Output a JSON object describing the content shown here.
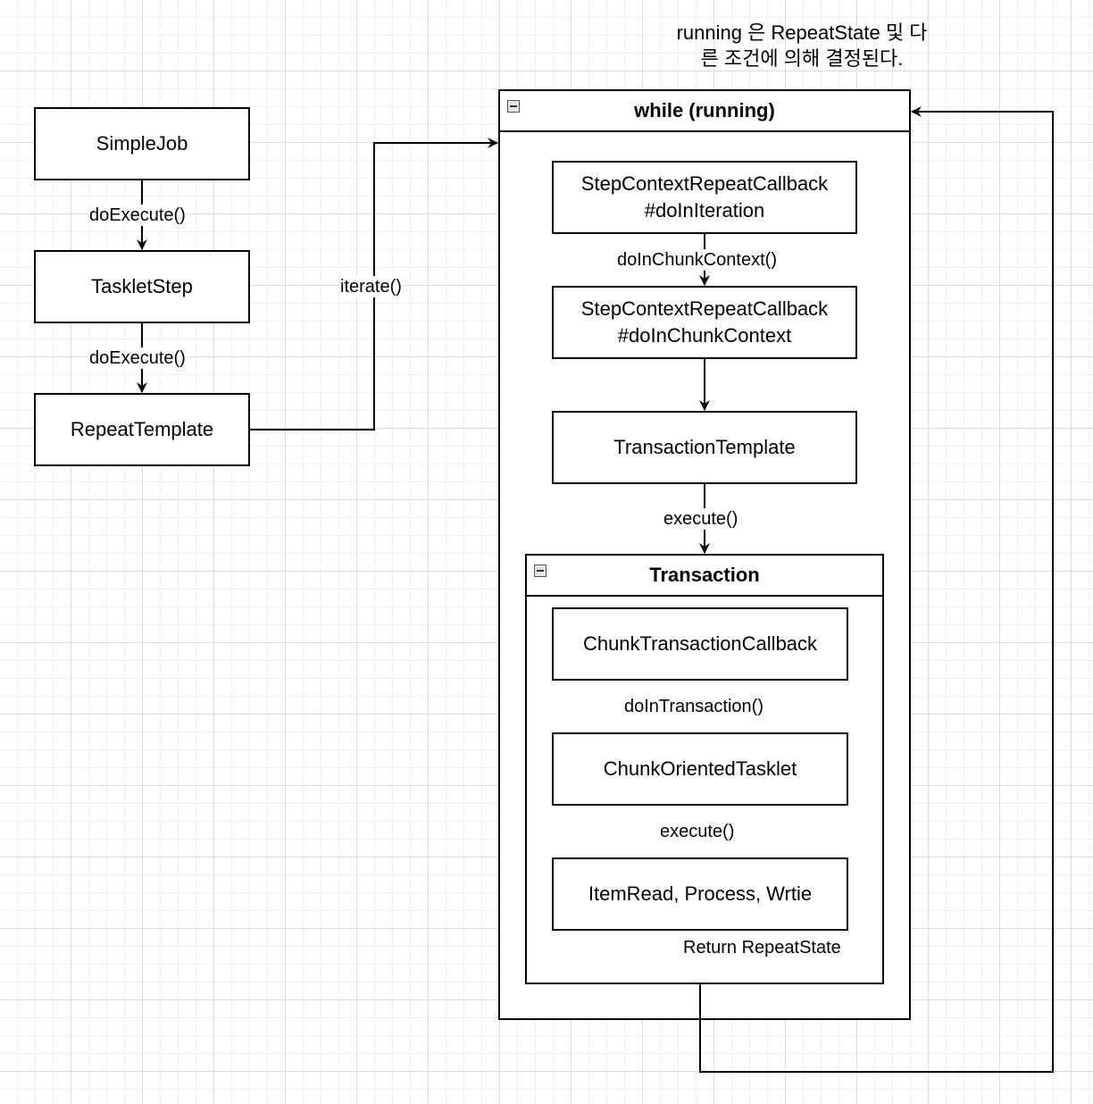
{
  "note": {
    "line1": "running 은 RepeatState 및 다",
    "line2": "른 조건에 의해 결정된다."
  },
  "nodes": {
    "simple_job": "SimpleJob",
    "tasklet_step": "TaskletStep",
    "repeat_template": "RepeatTemplate",
    "step_context_do_in_iteration": {
      "line1": "StepContextRepeatCallback",
      "line2": "#doInIteration"
    },
    "step_context_do_in_chunk": {
      "line1": "StepContextRepeatCallback",
      "line2": "#doInChunkContext"
    },
    "transaction_template": "TransactionTemplate",
    "chunk_transaction_callback": "ChunkTransactionCallback",
    "chunk_oriented_tasklet": "ChunkOrientedTasklet",
    "item_read_process_write": "ItemRead, Process, Wrtie"
  },
  "containers": {
    "while_loop": "while (running)",
    "transaction": "Transaction"
  },
  "edges": {
    "simplejob_to_taskletstep": "doExecute()",
    "taskletstep_to_repeattemplate": "doExecute()",
    "repeattemplate_to_while": "iterate()",
    "iteration_to_chunkcontext": "doInChunkContext()",
    "transactiontemplate_to_transaction": "execute()",
    "callback_to_tasklet": "doInTransaction()",
    "tasklet_to_itemread": "execute()",
    "return_to_while": "Return RepeatState"
  }
}
